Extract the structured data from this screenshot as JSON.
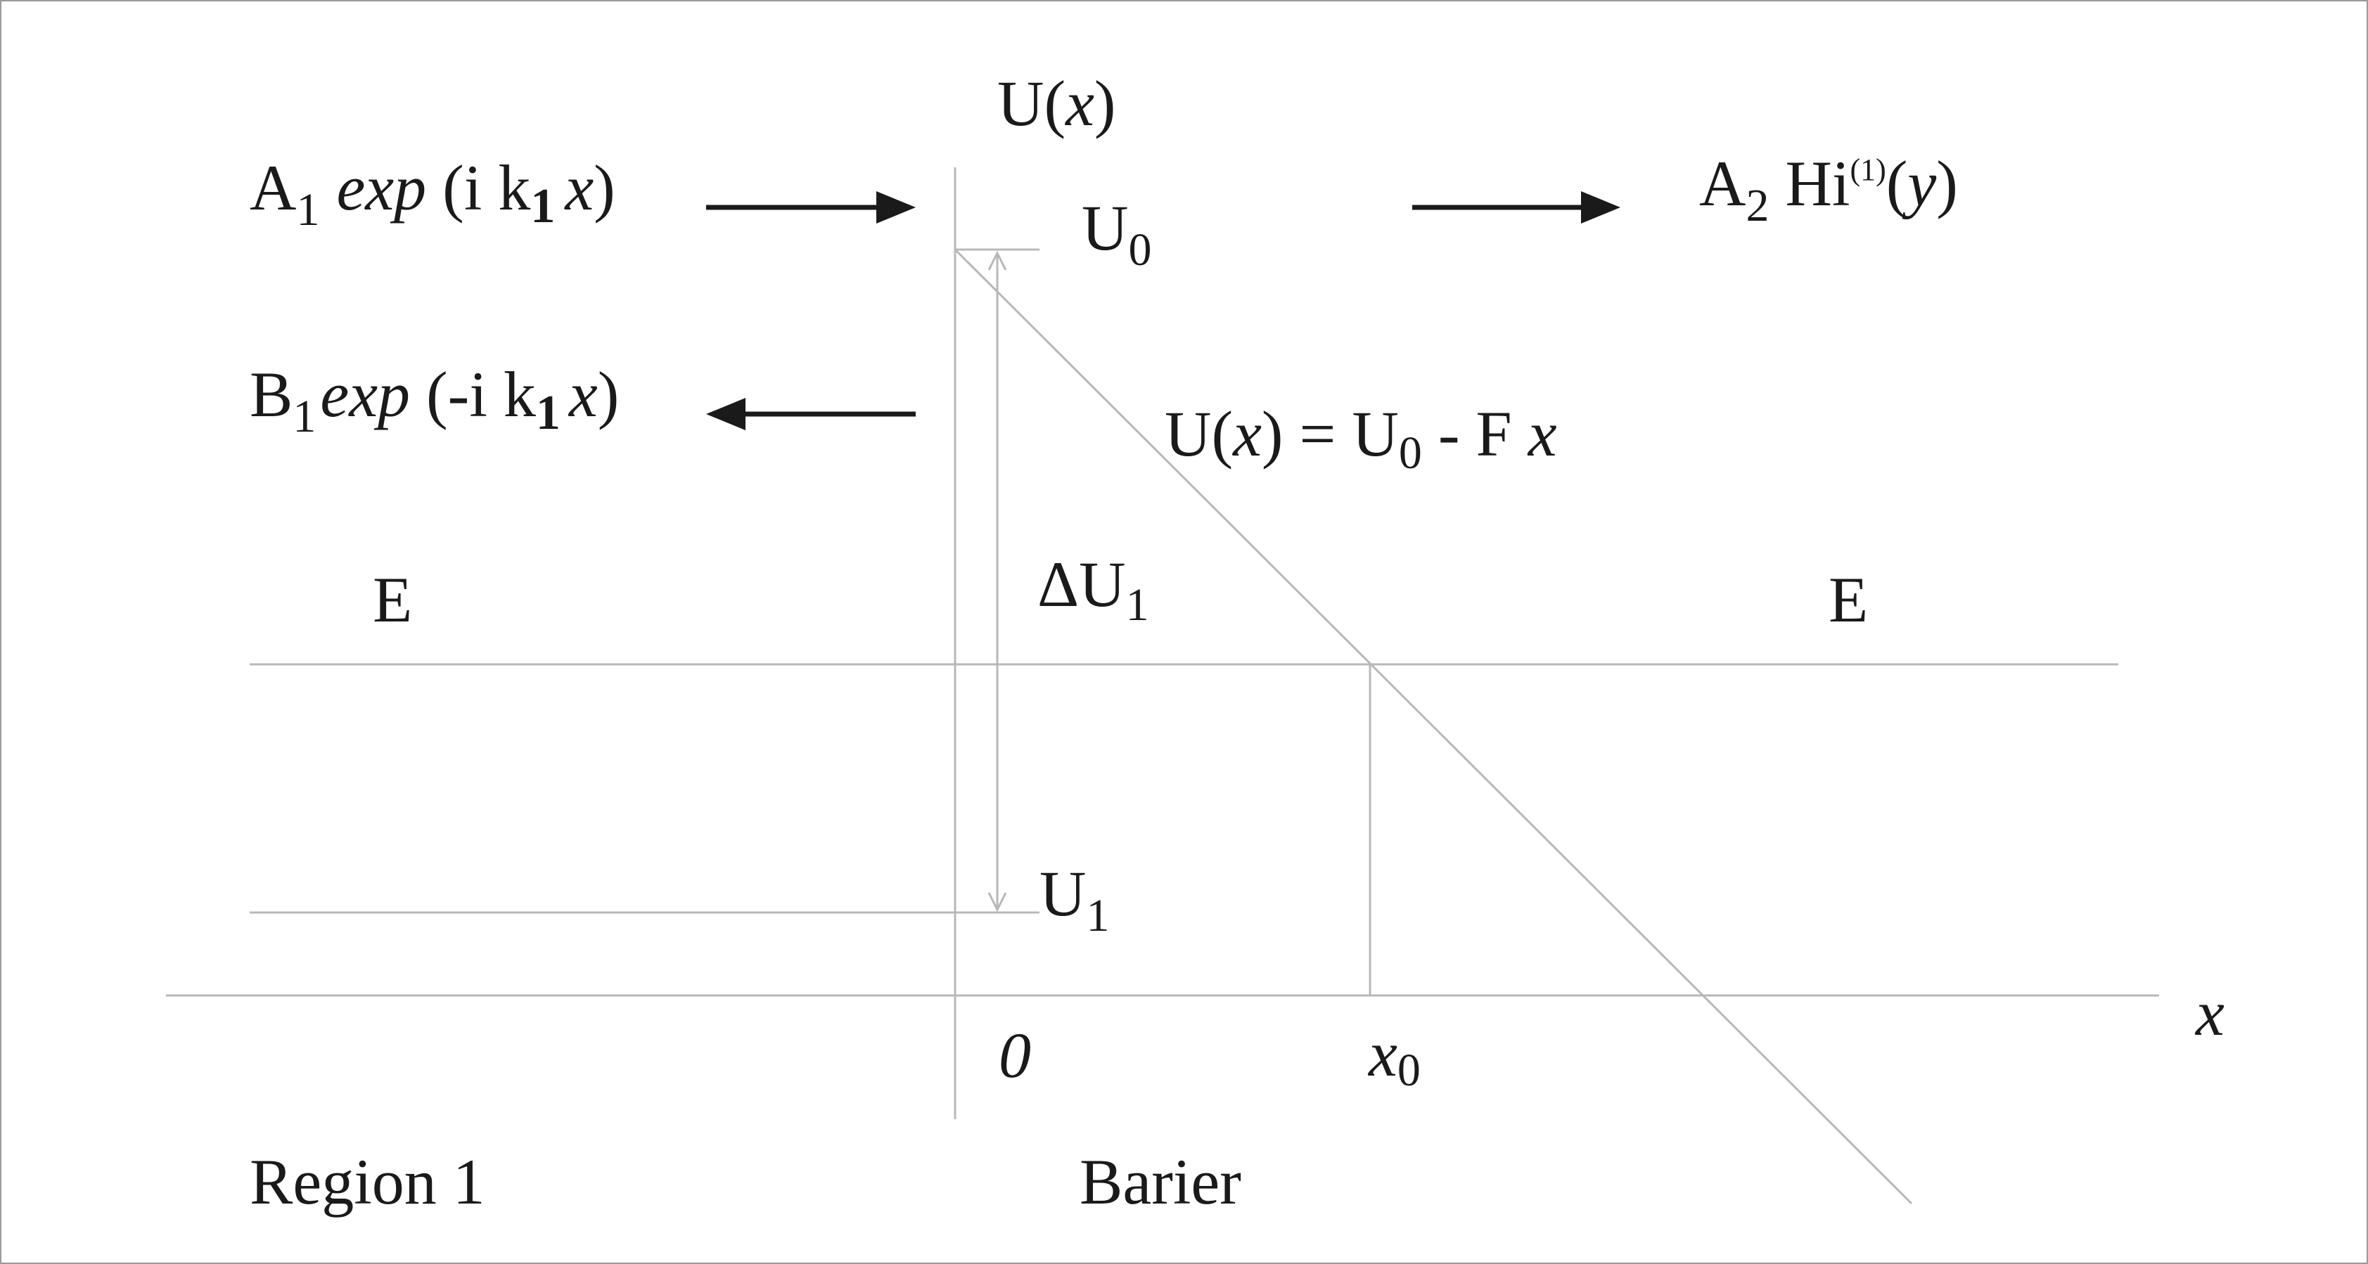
{
  "axis": {
    "y_label_main": "U(",
    "y_label_var": "x",
    "y_label_close": ")",
    "x_label": "x",
    "origin": "0",
    "x0_main": "x",
    "x0_sub": "0"
  },
  "levels": {
    "U0_main": "U",
    "U0_sub": "0",
    "U1_main": "U",
    "U1_sub": "1",
    "dU1_main": "ΔU",
    "dU1_sub": "1",
    "E_left": "E",
    "E_right": "E"
  },
  "waves": {
    "incident": {
      "coef": "A",
      "sub": "1",
      "exp": "exp",
      "open": " (i k",
      "ksub": "1",
      "var": "x",
      "close": ")"
    },
    "reflected": {
      "coef": "B",
      "sub": "1",
      "exp": "exp",
      "open": " (-i k",
      "ksub": "1",
      "var": "x",
      "close": ")"
    },
    "transmitted": {
      "coef": "A",
      "sub": "2",
      "func": " Hi",
      "sup": "(1)",
      "open": "(",
      "var": "y",
      "close": ")"
    }
  },
  "potential": {
    "lhs_a": "U(",
    "lhs_var": "x",
    "lhs_b": ") = U",
    "sub": "0",
    "rhs": " - F ",
    "rhs_var": "x"
  },
  "regions": {
    "region1": "Region 1",
    "barrier": "Barier"
  }
}
